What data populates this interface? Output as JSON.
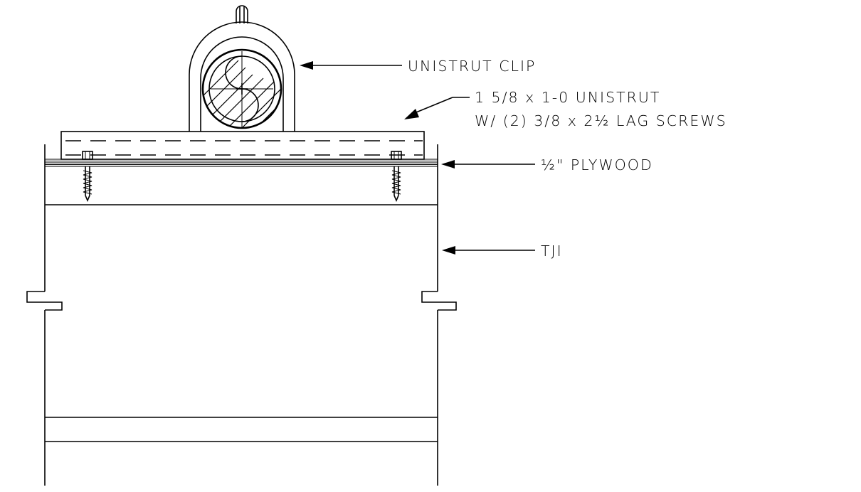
{
  "labels": {
    "clip": "UNISTRUT CLIP",
    "unistrut_line1": "1 5/8 x 1-0 UNISTRUT",
    "unistrut_line2": "W/ (2) 3/8 x 2½ LAG SCREWS",
    "plywood": "½\" PLYWOOD",
    "tji": "TJI"
  },
  "colors": {
    "line": "#000000",
    "background": "#ffffff"
  }
}
